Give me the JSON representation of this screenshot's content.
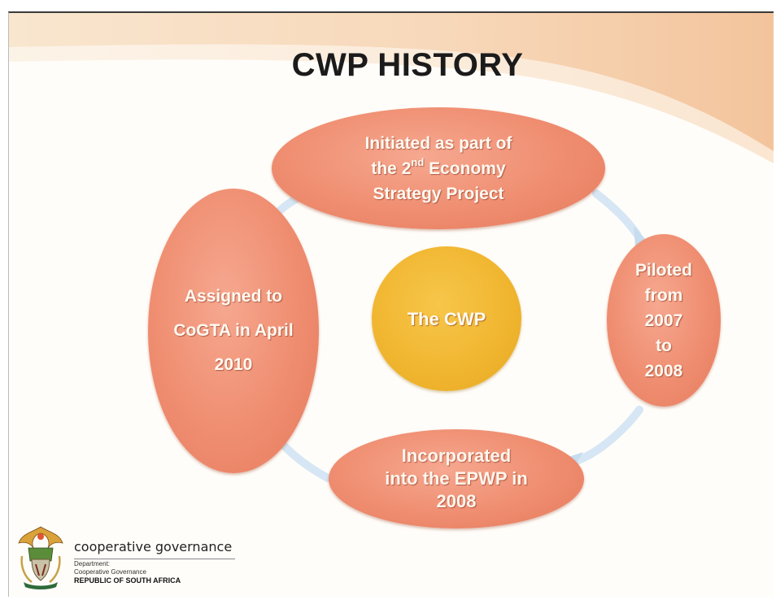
{
  "slide": {
    "title": "CWP HISTORY"
  },
  "diagram": {
    "center": "The CWP",
    "top": {
      "line1": "Initiated as part of",
      "line2_pre": "the 2",
      "line2_sup": "nd",
      "line2_post": " Economy",
      "line3": "Strategy Project"
    },
    "right": [
      "Piloted",
      "from",
      "2007",
      "to",
      "2008"
    ],
    "bottom": [
      "Incorporated",
      "into the EPWP in",
      "2008"
    ],
    "left": [
      "Assigned to",
      "CoGTA in April",
      "2010"
    ]
  },
  "logo": {
    "name": "cooperative governance",
    "department": "Department:",
    "department_name": "Cooperative Governance",
    "country": "REPUBLIC OF SOUTH AFRICA"
  },
  "colors": {
    "node_salmon": "#ef8d70",
    "node_center": "#f0b52f",
    "cycle_arrow": "#cfe2f3",
    "background_wave": "#f7dcc2"
  }
}
